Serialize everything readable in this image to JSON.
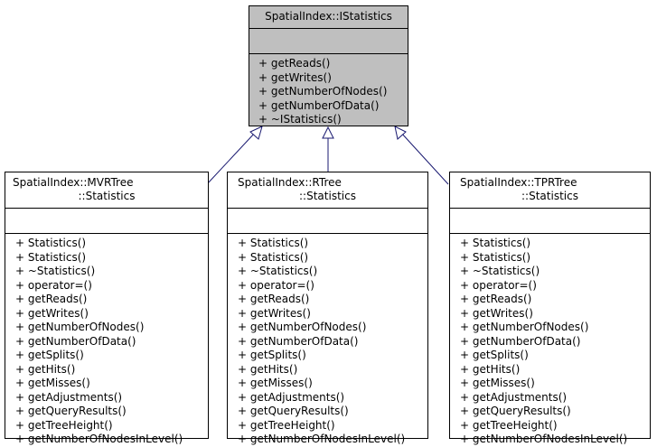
{
  "diagram": {
    "colors": {
      "edge": "#191970",
      "base_fill": "#bfbfbf",
      "class_fill": "#ffffff",
      "border": "#000000"
    },
    "base_class": {
      "title_lines": [
        "SpatialIndex::IStatistics"
      ],
      "methods": [
        "+ getReads()",
        "+ getWrites()",
        "+ getNumberOfNodes()",
        "+ getNumberOfData()",
        "+ ~IStatistics()"
      ]
    },
    "derived_classes": [
      {
        "title_lines": [
          "SpatialIndex::MVRTree",
          "::Statistics"
        ],
        "methods": [
          "+ Statistics()",
          "+ Statistics()",
          "+ ~Statistics()",
          "+ operator=()",
          "+ getReads()",
          "+ getWrites()",
          "+ getNumberOfNodes()",
          "+ getNumberOfData()",
          "+ getSplits()",
          "+ getHits()",
          "+ getMisses()",
          "+ getAdjustments()",
          "+ getQueryResults()",
          "+ getTreeHeight()",
          "+ getNumberOfNodesInLevel()"
        ]
      },
      {
        "title_lines": [
          "SpatialIndex::RTree",
          "::Statistics"
        ],
        "methods": [
          "+ Statistics()",
          "+ Statistics()",
          "+ ~Statistics()",
          "+ operator=()",
          "+ getReads()",
          "+ getWrites()",
          "+ getNumberOfNodes()",
          "+ getNumberOfData()",
          "+ getSplits()",
          "+ getHits()",
          "+ getMisses()",
          "+ getAdjustments()",
          "+ getQueryResults()",
          "+ getTreeHeight()",
          "+ getNumberOfNodesInLevel()"
        ]
      },
      {
        "title_lines": [
          "SpatialIndex::TPRTree",
          "::Statistics"
        ],
        "methods": [
          "+ Statistics()",
          "+ Statistics()",
          "+ ~Statistics()",
          "+ operator=()",
          "+ getReads()",
          "+ getWrites()",
          "+ getNumberOfNodes()",
          "+ getNumberOfData()",
          "+ getSplits()",
          "+ getHits()",
          "+ getMisses()",
          "+ getAdjustments()",
          "+ getQueryResults()",
          "+ getTreeHeight()",
          "+ getNumberOfNodesInLevel()"
        ]
      }
    ]
  }
}
